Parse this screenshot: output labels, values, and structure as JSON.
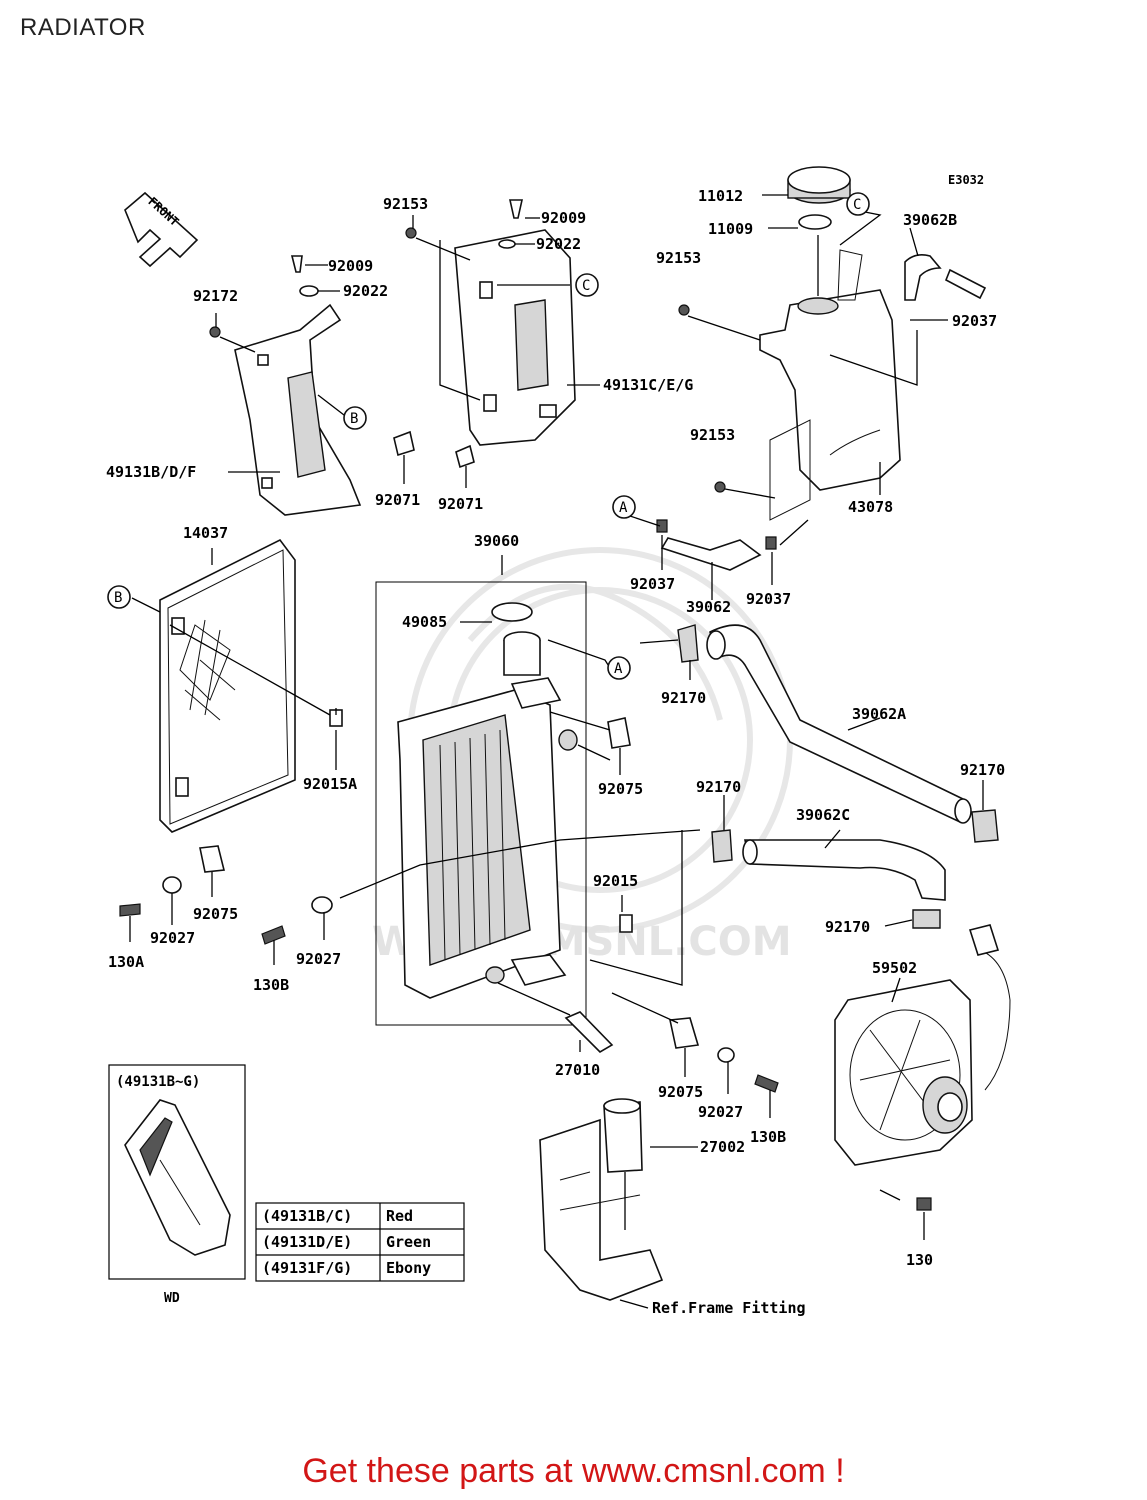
{
  "page": {
    "title": "RADIATOR",
    "footer": "Get these parts at www.cmsnl.com !"
  },
  "diagram": {
    "code": "E3032",
    "front_label": "FRONT",
    "watermark": "WWW.CMSNL.COM",
    "parts": {
      "p11012": "11012",
      "p11009": "11009",
      "p39062B": "39062B",
      "p92037a": "92037",
      "p92153a": "92153",
      "p92153b": "92153",
      "p92153c": "92153",
      "p43078": "43078",
      "p92009a": "92009",
      "p92022a": "92022",
      "p92009b": "92009",
      "p92022b": "92022",
      "p92172": "92172",
      "p49131CEG": "49131C/E/G",
      "p49131BDF": "49131B/D/F",
      "p92071a": "92071",
      "p92071b": "92071",
      "p14037": "14037",
      "p39060": "39060",
      "p49085": "49085",
      "p92037b": "92037",
      "p39062": "39062",
      "p92037c": "92037",
      "p92170a": "92170",
      "p39062A": "39062A",
      "p92170b": "92170",
      "p92015A": "92015A",
      "p92075a": "92075",
      "p92170c": "92170",
      "p39062C": "39062C",
      "p92015": "92015",
      "p92170d": "92170",
      "p92075b": "92075",
      "p92027a": "92027",
      "p130A": "130A",
      "p92027b": "92027",
      "p130B_a": "130B",
      "p59502": "59502",
      "p27010": "27010",
      "p92075c": "92075",
      "p92027c": "92027",
      "p130B_b": "130B",
      "p27002": "27002",
      "p130": "130",
      "ref_frame": "Ref.Frame Fitting"
    },
    "callouts": {
      "a1": "A",
      "a2": "A",
      "b1": "B",
      "b2": "B",
      "c1": "C",
      "c2": "C"
    },
    "inset": {
      "title": "(49131B~G)",
      "caption": "WD"
    },
    "color_table": [
      {
        "code": "(49131B/C)",
        "color": "Red"
      },
      {
        "code": "(49131D/E)",
        "color": "Green"
      },
      {
        "code": "(49131F/G)",
        "color": "Ebony"
      }
    ]
  }
}
